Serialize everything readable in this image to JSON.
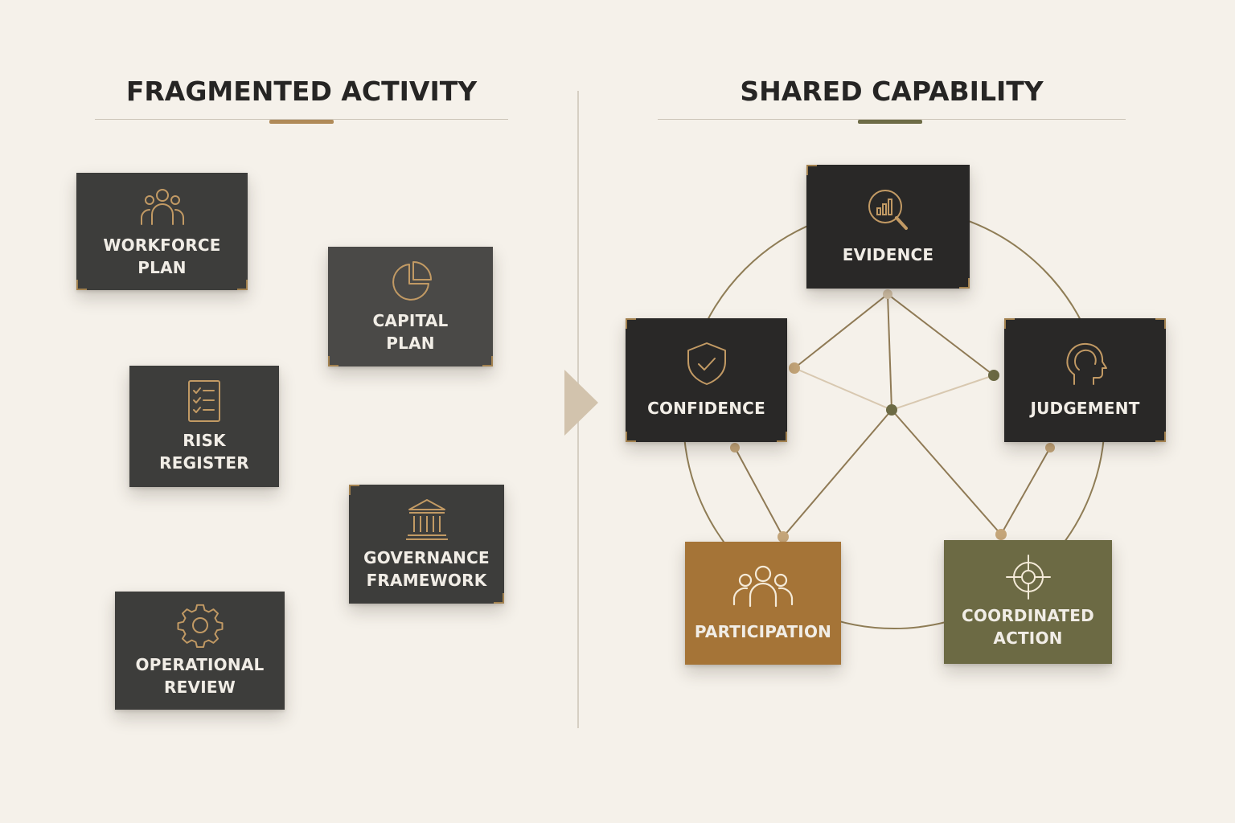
{
  "left": {
    "title": "FRAGMENTED ACTIVITY",
    "cards": [
      {
        "label": "WORKFORCE\nPLAN",
        "icon": "people-group-icon"
      },
      {
        "label": "CAPITAL\nPLAN",
        "icon": "pie-chart-icon"
      },
      {
        "label": "RISK\nREGISTER",
        "icon": "checklist-icon"
      },
      {
        "label": "GOVERNANCE\nFRAMEWORK",
        "icon": "institution-building-icon"
      },
      {
        "label": "OPERATIONAL\nREVIEW",
        "icon": "gear-icon"
      }
    ]
  },
  "right": {
    "title": "SHARED CAPABILITY",
    "cards": [
      {
        "label": "EVIDENCE",
        "icon": "magnifier-chart-icon"
      },
      {
        "label": "CONFIDENCE",
        "icon": "shield-check-icon"
      },
      {
        "label": "JUDGEMENT",
        "icon": "head-profile-icon"
      },
      {
        "label": "PARTICIPATION",
        "icon": "people-group-icon"
      },
      {
        "label": "COORDINATED\nACTION",
        "icon": "target-crosshair-icon"
      }
    ]
  },
  "colors": {
    "background": "#f5f1ea",
    "card_dark": "#3d3d3b",
    "card_gold": "#a57437",
    "card_olive": "#6c6a44",
    "accent_gold": "#b08a58",
    "accent_olive": "#6e6c47",
    "icon_gold": "#c29a64"
  }
}
